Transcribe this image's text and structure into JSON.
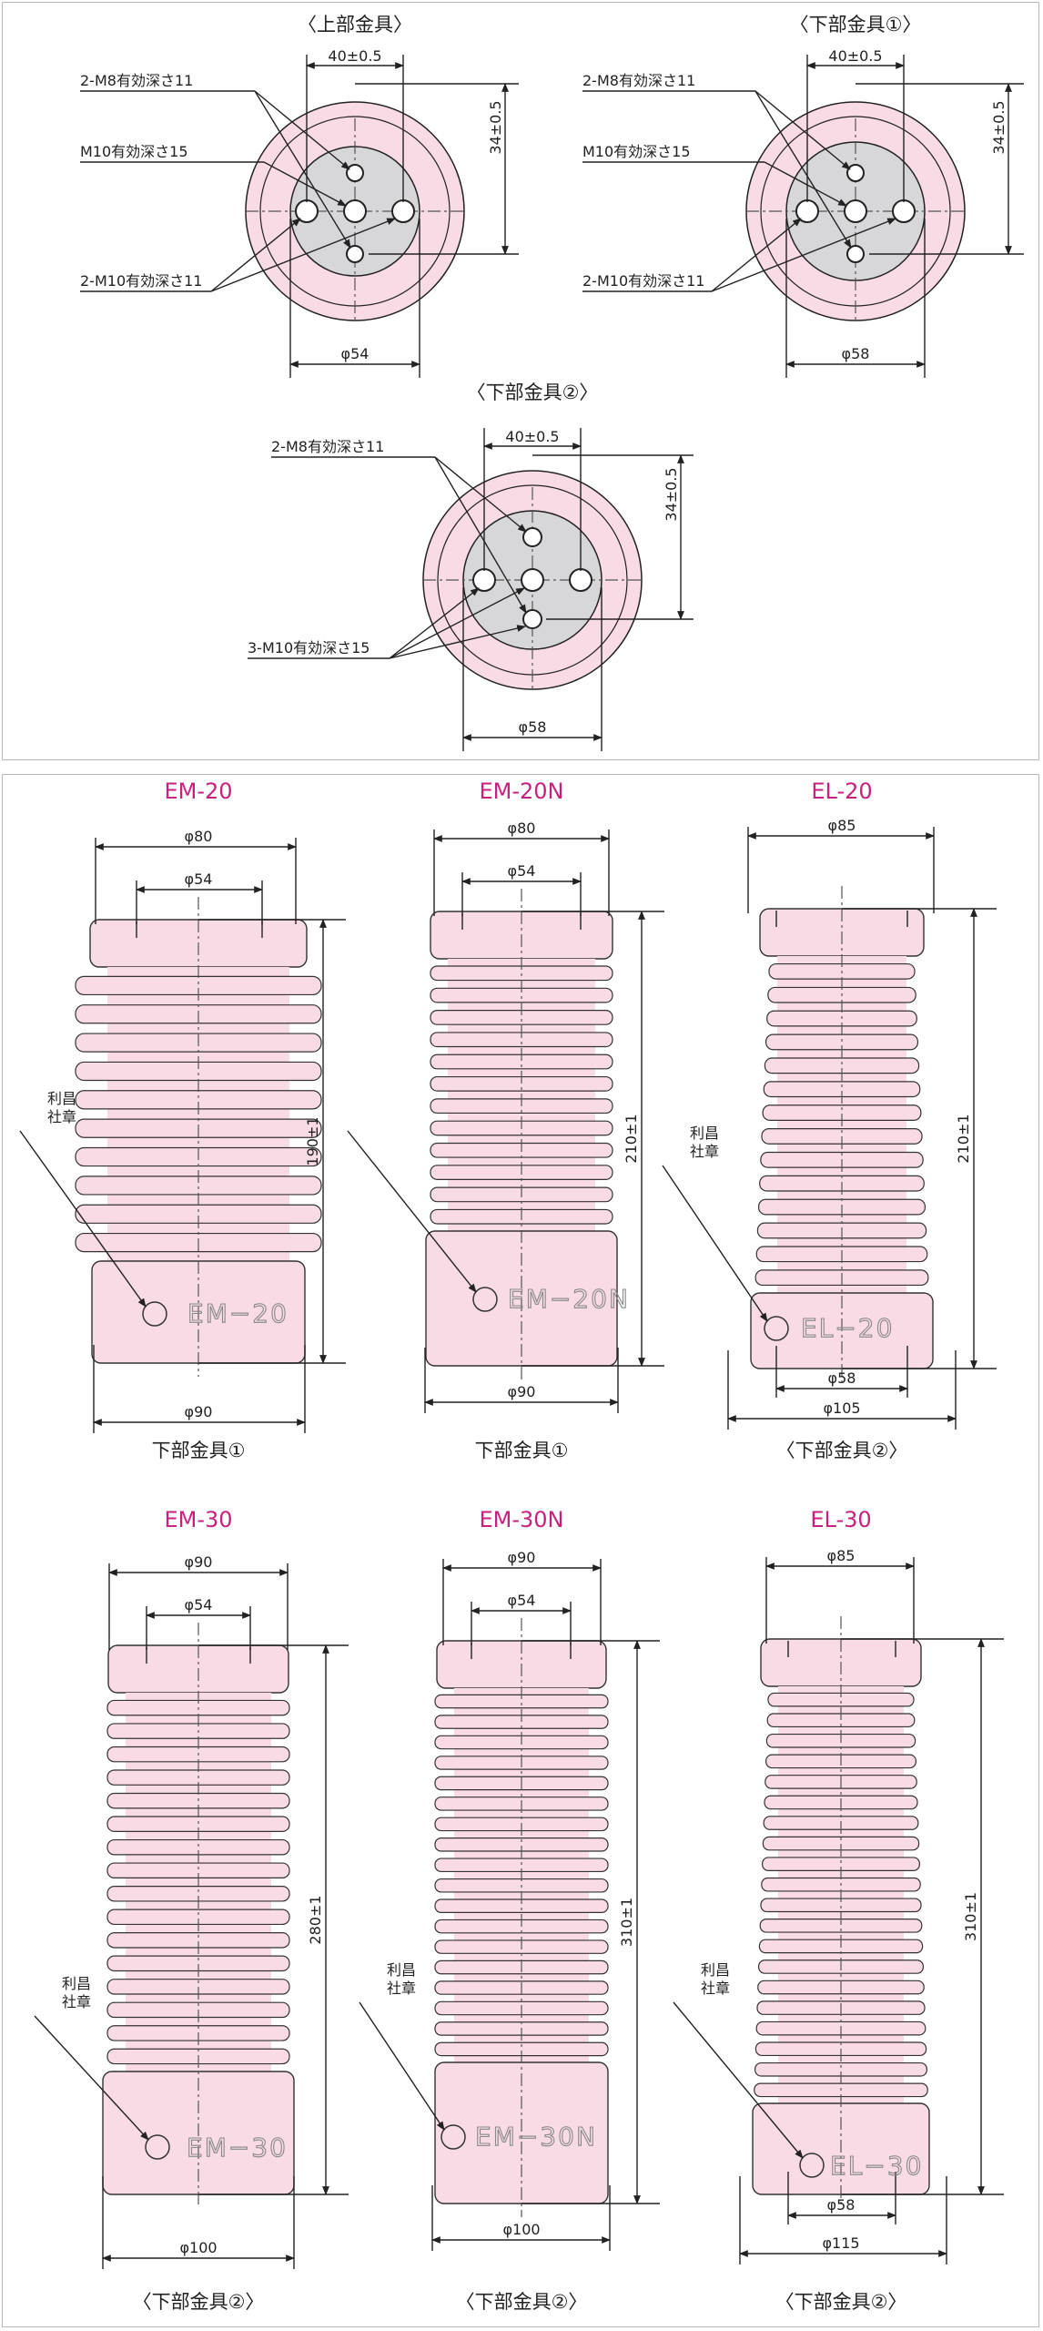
{
  "flanges": [
    {
      "title": "〈上部金具〉",
      "label_a": "2-M8有効深さ11",
      "label_b": "M10有効深さ15",
      "label_c": "2-M10有効深さ11",
      "dim_w": "40±0.5",
      "dim_h": "34±0.5",
      "dim_d": "φ54"
    },
    {
      "title": "〈下部金具①〉",
      "label_a": "2-M8有効深さ11",
      "label_b": "M10有効深さ15",
      "label_c": "2-M10有効深さ11",
      "dim_w": "40±0.5",
      "dim_h": "34±0.5",
      "dim_d": "φ58"
    },
    {
      "title": "〈下部金具②〉",
      "label_a": "2-M8有効深さ11",
      "label_c": "3-M10有効深さ15",
      "dim_w": "40±0.5",
      "dim_h": "34±0.5",
      "dim_d": "φ58"
    }
  ],
  "insulators": [
    {
      "model": "EM-20",
      "top_d": "φ80",
      "inner_d": "φ54",
      "height": "190±1",
      "bottom_d": "φ90",
      "maker": [
        "利昌",
        "社章"
      ],
      "emboss": "EM−20",
      "fitting": "下部金具①"
    },
    {
      "model": "EM-20N",
      "top_d": "φ80",
      "inner_d": "φ54",
      "height": "210±1",
      "bottom_d": "φ90",
      "emboss": "EM−20N",
      "fitting": "下部金具①"
    },
    {
      "model": "EL-20",
      "top_d": "φ85",
      "height": "210±1",
      "inner_d": "φ58",
      "bottom_d": "φ105",
      "maker": [
        "利昌",
        "社章"
      ],
      "emboss": "EL−20",
      "fitting": "〈下部金具②〉"
    },
    {
      "model": "EM-30",
      "top_d": "φ90",
      "inner_d": "φ54",
      "height": "280±1",
      "bottom_d": "φ100",
      "maker": [
        "利昌",
        "社章"
      ],
      "emboss": "EM−30",
      "fitting": "〈下部金具②〉"
    },
    {
      "model": "EM-30N",
      "top_d": "φ90",
      "inner_d": "φ54",
      "height": "310±1",
      "bottom_d": "φ100",
      "maker": [
        "利昌",
        "社章"
      ],
      "emboss": "EM−30N",
      "fitting": "〈下部金具②〉"
    },
    {
      "model": "EL-30",
      "top_d": "φ85",
      "height": "310±1",
      "inner_d": "φ58",
      "bottom_d": "φ115",
      "maker": [
        "利昌",
        "社章"
      ],
      "emboss": "EL−30",
      "fitting": "〈下部金具②〉"
    }
  ],
  "colors": {
    "porcelain": "#f9dbe6",
    "metal": "#d7d7d9",
    "model_label": "#c8207e"
  }
}
